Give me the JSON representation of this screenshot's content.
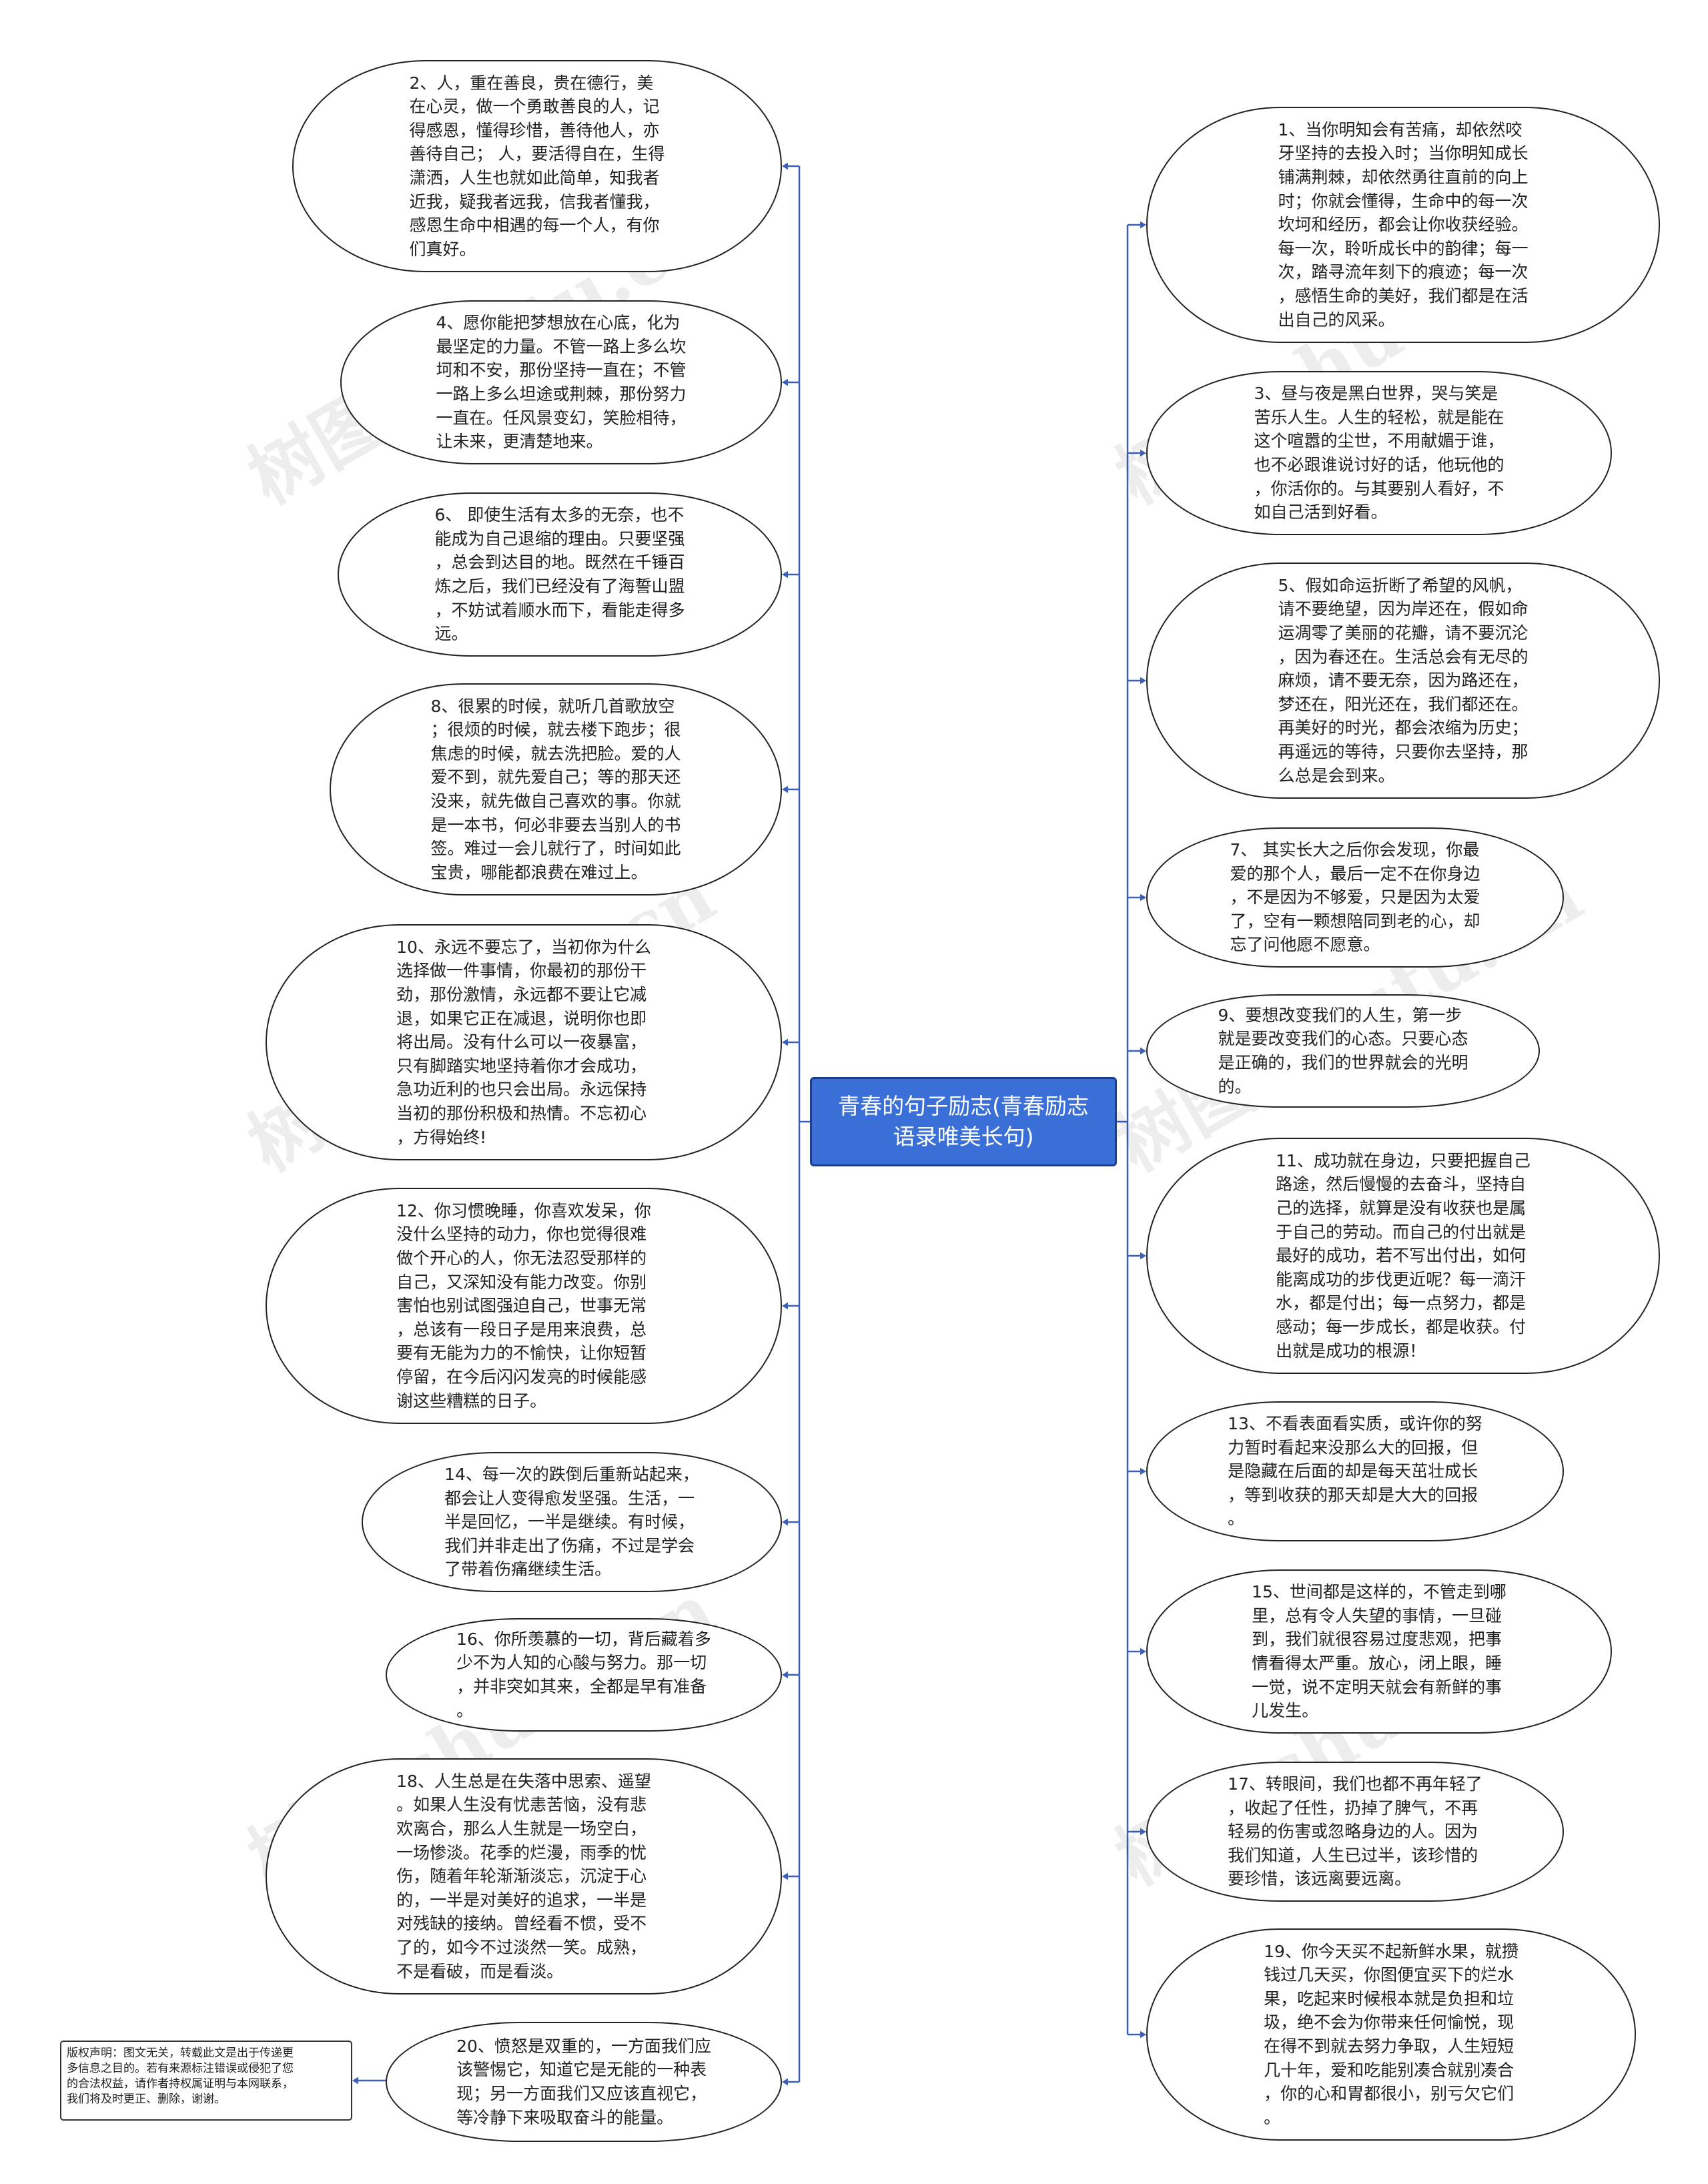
{
  "central_topic": "青春的句子励志(青春励志\n语录唯美长句)",
  "watermark": "树图 shutu.cn",
  "left_nodes": [
    {
      "id": "2",
      "text": "2、人，重在善良，贵在德行，美\n在心灵，做一个勇敢善良的人，记\n得感恩，懂得珍惜，善待他人，亦\n善待自己； 人，要活得自在，生得\n潇洒，人生也就如此简单，知我者\n近我，疑我者远我，信我者懂我，\n感恩生命中相遇的每一个人，有你\n们真好。"
    },
    {
      "id": "4",
      "text": "4、愿你能把梦想放在心底，化为\n最坚定的力量。不管一路上多么坎\n坷和不安，那份坚持一直在；不管\n一路上多么坦途或荆棘，那份努力\n一直在。任风景变幻，笑脸相待，\n让未来，更清楚地来。"
    },
    {
      "id": "6",
      "text": "6、 即使生活有太多的无奈，也不\n能成为自己退缩的理由。只要坚强\n，总会到达目的地。既然在千锤百\n炼之后，我们已经没有了海誓山盟\n，不妨试着顺水而下，看能走得多\n远。"
    },
    {
      "id": "8",
      "text": "8、很累的时候，就听几首歌放空\n；很烦的时候，就去楼下跑步；很\n焦虑的时候，就去洗把脸。爱的人\n爱不到，就先爱自己；等的那天还\n没来，就先做自己喜欢的事。你就\n是一本书，何必非要去当别人的书\n签。难过一会儿就行了，时间如此\n宝贵，哪能都浪费在难过上。"
    },
    {
      "id": "10",
      "text": "10、永远不要忘了，当初你为什么\n选择做一件事情，你最初的那份干\n劲，那份激情，永远都不要让它减\n退，如果它正在减退，说明你也即\n将出局。没有什么可以一夜暴富，\n只有脚踏实地坚持着你才会成功，\n急功近利的也只会出局。永远保持\n当初的那份积极和热情。不忘初心\n，方得始终!"
    },
    {
      "id": "12",
      "text": "12、你习惯晚睡，你喜欢发呆，你\n没什么坚持的动力，你也觉得很难\n做个开心的人，你无法忍受那样的\n自己，又深知没有能力改变。你别\n害怕也别试图强迫自己，世事无常\n，总该有一段日子是用来浪费，总\n要有无能为力的不愉快，让你短暂\n停留，在今后闪闪发亮的时候能感\n谢这些糟糕的日子。"
    },
    {
      "id": "14",
      "text": "14、每一次的跌倒后重新站起来，\n都会让人变得愈发坚强。生活，一\n半是回忆，一半是继续。有时候，\n我们并非走出了伤痛，不过是学会\n了带着伤痛继续生活。"
    },
    {
      "id": "16",
      "text": "16、你所羡慕的一切，背后藏着多\n少不为人知的心酸与努力。那一切\n，并非突如其来，全都是早有准备\n。"
    },
    {
      "id": "18",
      "text": "18、人生总是在失落中思索、遥望\n。如果人生没有忧恚苦恼，没有悲\n欢离合，那么人生就是一场空白，\n一场惨淡。花季的烂漫，雨季的忧\n伤，随着年轮渐渐淡忘，沉淀于心\n的，一半是对美好的追求，一半是\n对残缺的接纳。曾经看不惯，受不\n了的，如今不过淡然一笑。成熟，\n不是看破，而是看淡。"
    },
    {
      "id": "20",
      "text": "20、愤怒是双重的，一方面我们应\n该警惕它，知道它是无能的一种表\n现；另一方面我们又应该直视它，\n等冷静下来吸取奋斗的能量。"
    }
  ],
  "right_nodes": [
    {
      "id": "1",
      "text": "1、当你明知会有苦痛，却依然咬\n牙坚持的去投入时；当你明知成长\n铺满荆棘，却依然勇往直前的向上\n时；你就会懂得，生命中的每一次\n坎坷和经历，都会让你收获经验。\n每一次，聆听成长中的韵律；每一\n次，踏寻流年刻下的痕迹；每一次\n，感悟生命的美好，我们都是在活\n出自己的风采。"
    },
    {
      "id": "3",
      "text": "3、昼与夜是黑白世界，哭与笑是\n苦乐人生。人生的轻松，就是能在\n这个喧嚣的尘世，不用献媚于谁，\n也不必跟谁说讨好的话，他玩他的\n，你活你的。与其要别人看好，不\n如自己活到好看。"
    },
    {
      "id": "5",
      "text": "5、假如命运折断了希望的风帆，\n请不要绝望，因为岸还在，假如命\n运凋零了美丽的花瓣，请不要沉沦\n，因为春还在。生活总会有无尽的\n麻烦，请不要无奈，因为路还在，\n梦还在，阳光还在，我们都还在。\n再美好的时光，都会浓缩为历史；\n再遥远的等待，只要你去坚持，那\n么总是会到来。"
    },
    {
      "id": "7",
      "text": "7、 其实长大之后你会发现，你最\n爱的那个人，最后一定不在你身边\n，不是因为不够爱，只是因为太爱\n了，空有一颗想陪同到老的心，却\n忘了问他愿不愿意。"
    },
    {
      "id": "9",
      "text": "9、要想改变我们的人生，第一步\n就是要改变我们的心态。只要心态\n是正确的，我们的世界就会的光明\n的。"
    },
    {
      "id": "11",
      "text": "11、成功就在身边，只要把握自己\n路途，然后慢慢的去奋斗，坚持自\n己的选择，就算是没有收获也是属\n于自己的劳动。而自己的付出就是\n最好的成功，若不写出付出，如何\n能离成功的步伐更近呢？每一滴汗\n水，都是付出；每一点努力，都是\n感动；每一步成长，都是收获。付\n出就是成功的根源！"
    },
    {
      "id": "13",
      "text": "13、不看表面看实质，或许你的努\n力暂时看起来没那么大的回报，但\n是隐藏在后面的却是每天茁壮成长\n，等到收获的那天却是大大的回报\n。"
    },
    {
      "id": "15",
      "text": "15、世间都是这样的，不管走到哪\n里，总有令人失望的事情，一旦碰\n到，我们就很容易过度悲观，把事\n情看得太严重。放心，闭上眼，睡\n一觉，说不定明天就会有新鲜的事\n儿发生。"
    },
    {
      "id": "17",
      "text": "17、转眼间，我们也都不再年轻了\n，收起了任性，扔掉了脾气，不再\n轻易的伤害或忽略身边的人。因为\n我们知道，人生已过半，该珍惜的\n要珍惜，该远离要远离。"
    },
    {
      "id": "19",
      "text": "19、你今天买不起新鲜水果，就攒\n钱过几天买，你图便宜买下的烂水\n果，吃起来时候根本就是负担和垃\n圾，绝不会为你带来任何愉悦，现\n在得不到就去努力争取，人生短短\n几十年，爱和吃能别凑合就别凑合\n，你的心和胃都很小，别亏欠它们\n。"
    }
  ],
  "copyright_note": "版权声明：图文无关，转载此文是出于传递更\n多信息之目的。若有来源标注错误或侵犯了您\n的合法权益，请作者持权属证明与本网联系，\n我们将及时更正、删除，谢谢。",
  "colors": {
    "connector": "#3c5fb8",
    "center_fill": "#3b6fd8",
    "center_border": "#1b3f8c",
    "node_border": "#222222"
  }
}
